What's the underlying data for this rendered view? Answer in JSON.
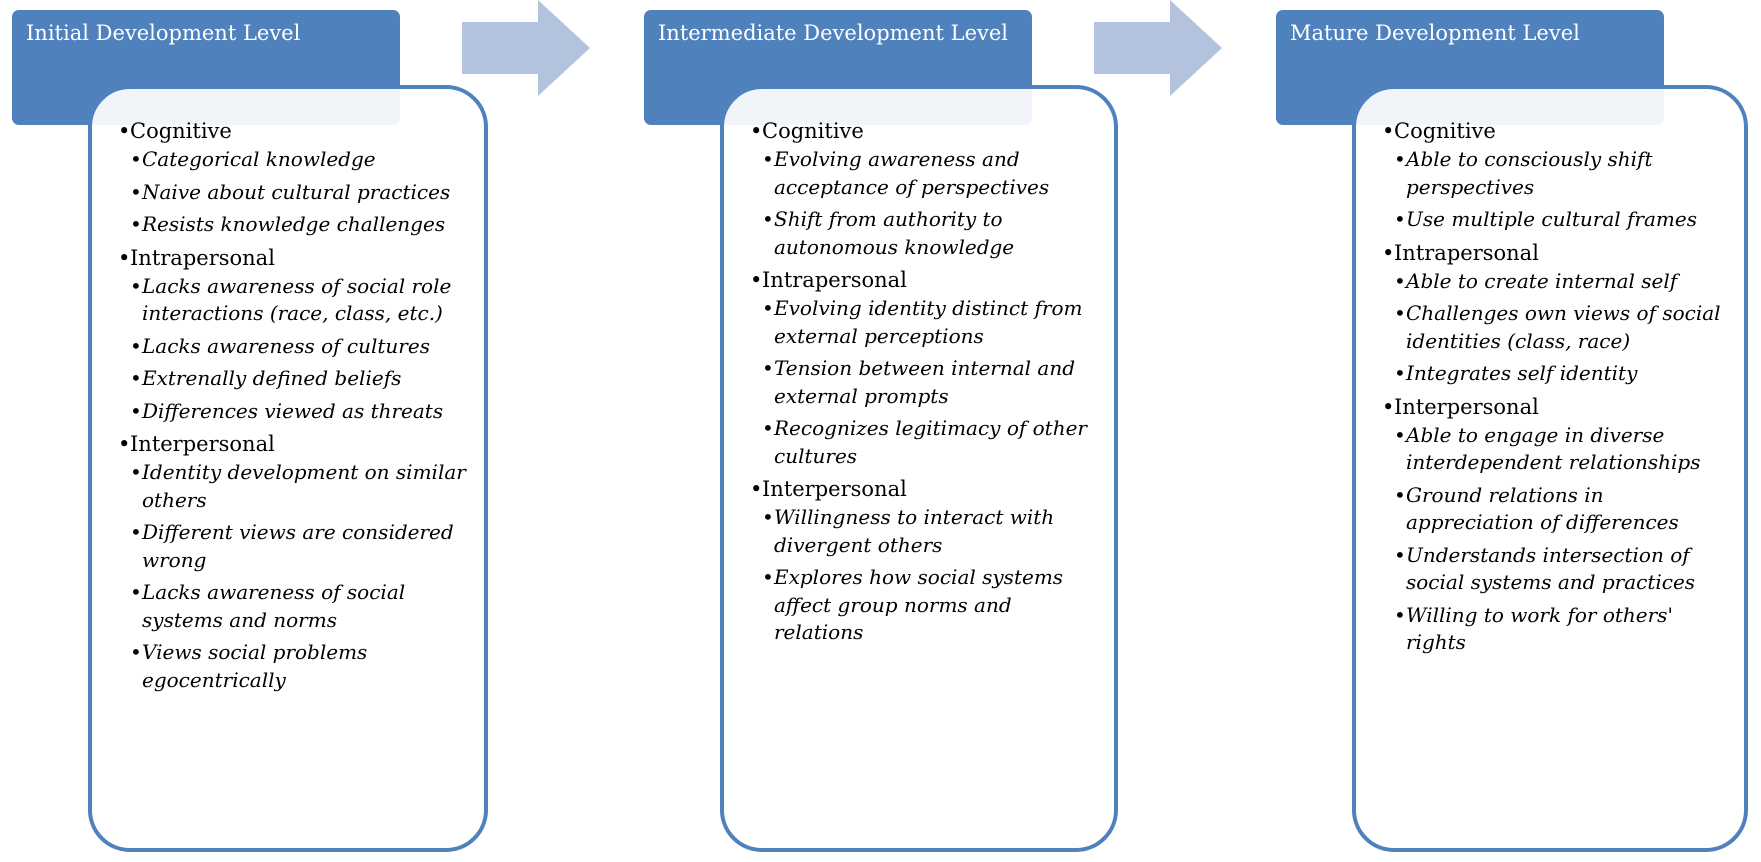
{
  "stages": [
    {
      "title": "Initial Development Level",
      "groups": [
        {
          "name": "Cognitive",
          "items": [
            "Categorical knowledge",
            "Naive about cultural practices",
            "Resists knowledge challenges"
          ]
        },
        {
          "name": "Intrapersonal",
          "items": [
            "Lacks awareness of social role interactions (race, class, etc.)",
            "Lacks awareness of cultures",
            "Extrenally defined beliefs",
            "Differences viewed as threats"
          ]
        },
        {
          "name": "Interpersonal",
          "items": [
            "Identity development on similar others",
            "Different views are considered wrong",
            "Lacks awareness of social systems and norms",
            "Views social problems egocentrically"
          ]
        }
      ]
    },
    {
      "title": "Intermediate Development Level",
      "groups": [
        {
          "name": "Cognitive",
          "items": [
            "Evolving awareness and acceptance of perspectives",
            "Shift from authority to autonomous knowledge"
          ]
        },
        {
          "name": "Intrapersonal",
          "items": [
            "Evolving identity distinct from external perceptions",
            "Tension between internal and external prompts",
            "Recognizes legitimacy of other cultures"
          ]
        },
        {
          "name": "Interpersonal",
          "items": [
            "Willingness to interact with divergent others",
            "Explores how social systems affect group norms and relations"
          ]
        }
      ]
    },
    {
      "title": "Mature Development Level",
      "groups": [
        {
          "name": "Cognitive",
          "items": [
            "Able to consciously shift perspectives",
            "Use multiple cultural frames"
          ]
        },
        {
          "name": "Intrapersonal",
          "items": [
            "Able to create internal self",
            "Challenges own views of social identities (class, race)",
            "Integrates self identity"
          ]
        },
        {
          "name": "Interpersonal",
          "items": [
            "Able to engage in diverse interdependent relationships",
            "Ground relations in appreciation of differences",
            "Understands intersection of social systems and practices",
            "Willing to work for others' rights"
          ]
        }
      ]
    }
  ],
  "colors": {
    "header_fill": "#4f81bd",
    "card_border": "#4f81bd",
    "arrow_fill": "#b3c3de",
    "header_text": "#ffffff",
    "body_text": "#000000"
  },
  "bullet_glyph": "•"
}
